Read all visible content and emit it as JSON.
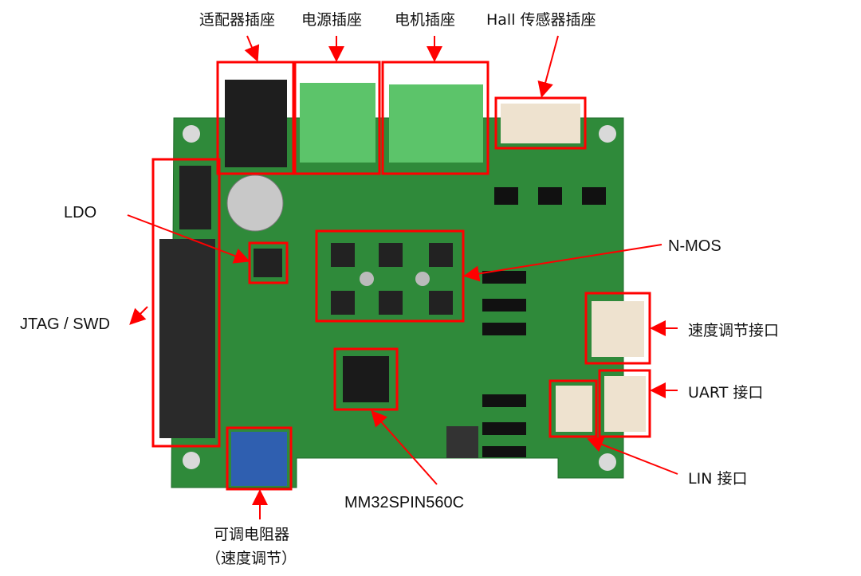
{
  "labels": {
    "adapter_socket": "适配器插座",
    "power_socket": "电源插座",
    "motor_socket": "电机插座",
    "hall_socket": "Hall 传感器插座",
    "ldo": "LDO",
    "jtag_swd": "JTAG / SWD",
    "n_mos": "N-MOS",
    "speed_interface": "速度调节接口",
    "uart_interface": "UART 接口",
    "lin_interface": "LIN 接口",
    "mcu": "MM32SPIN560C",
    "potentiometer_line1": "可调电阻器",
    "potentiometer_line2": "（速度调节）"
  },
  "colors": {
    "highlight": "#ff0000",
    "pcb": "#2f8a3a",
    "connector_green": "#5cc46a"
  }
}
